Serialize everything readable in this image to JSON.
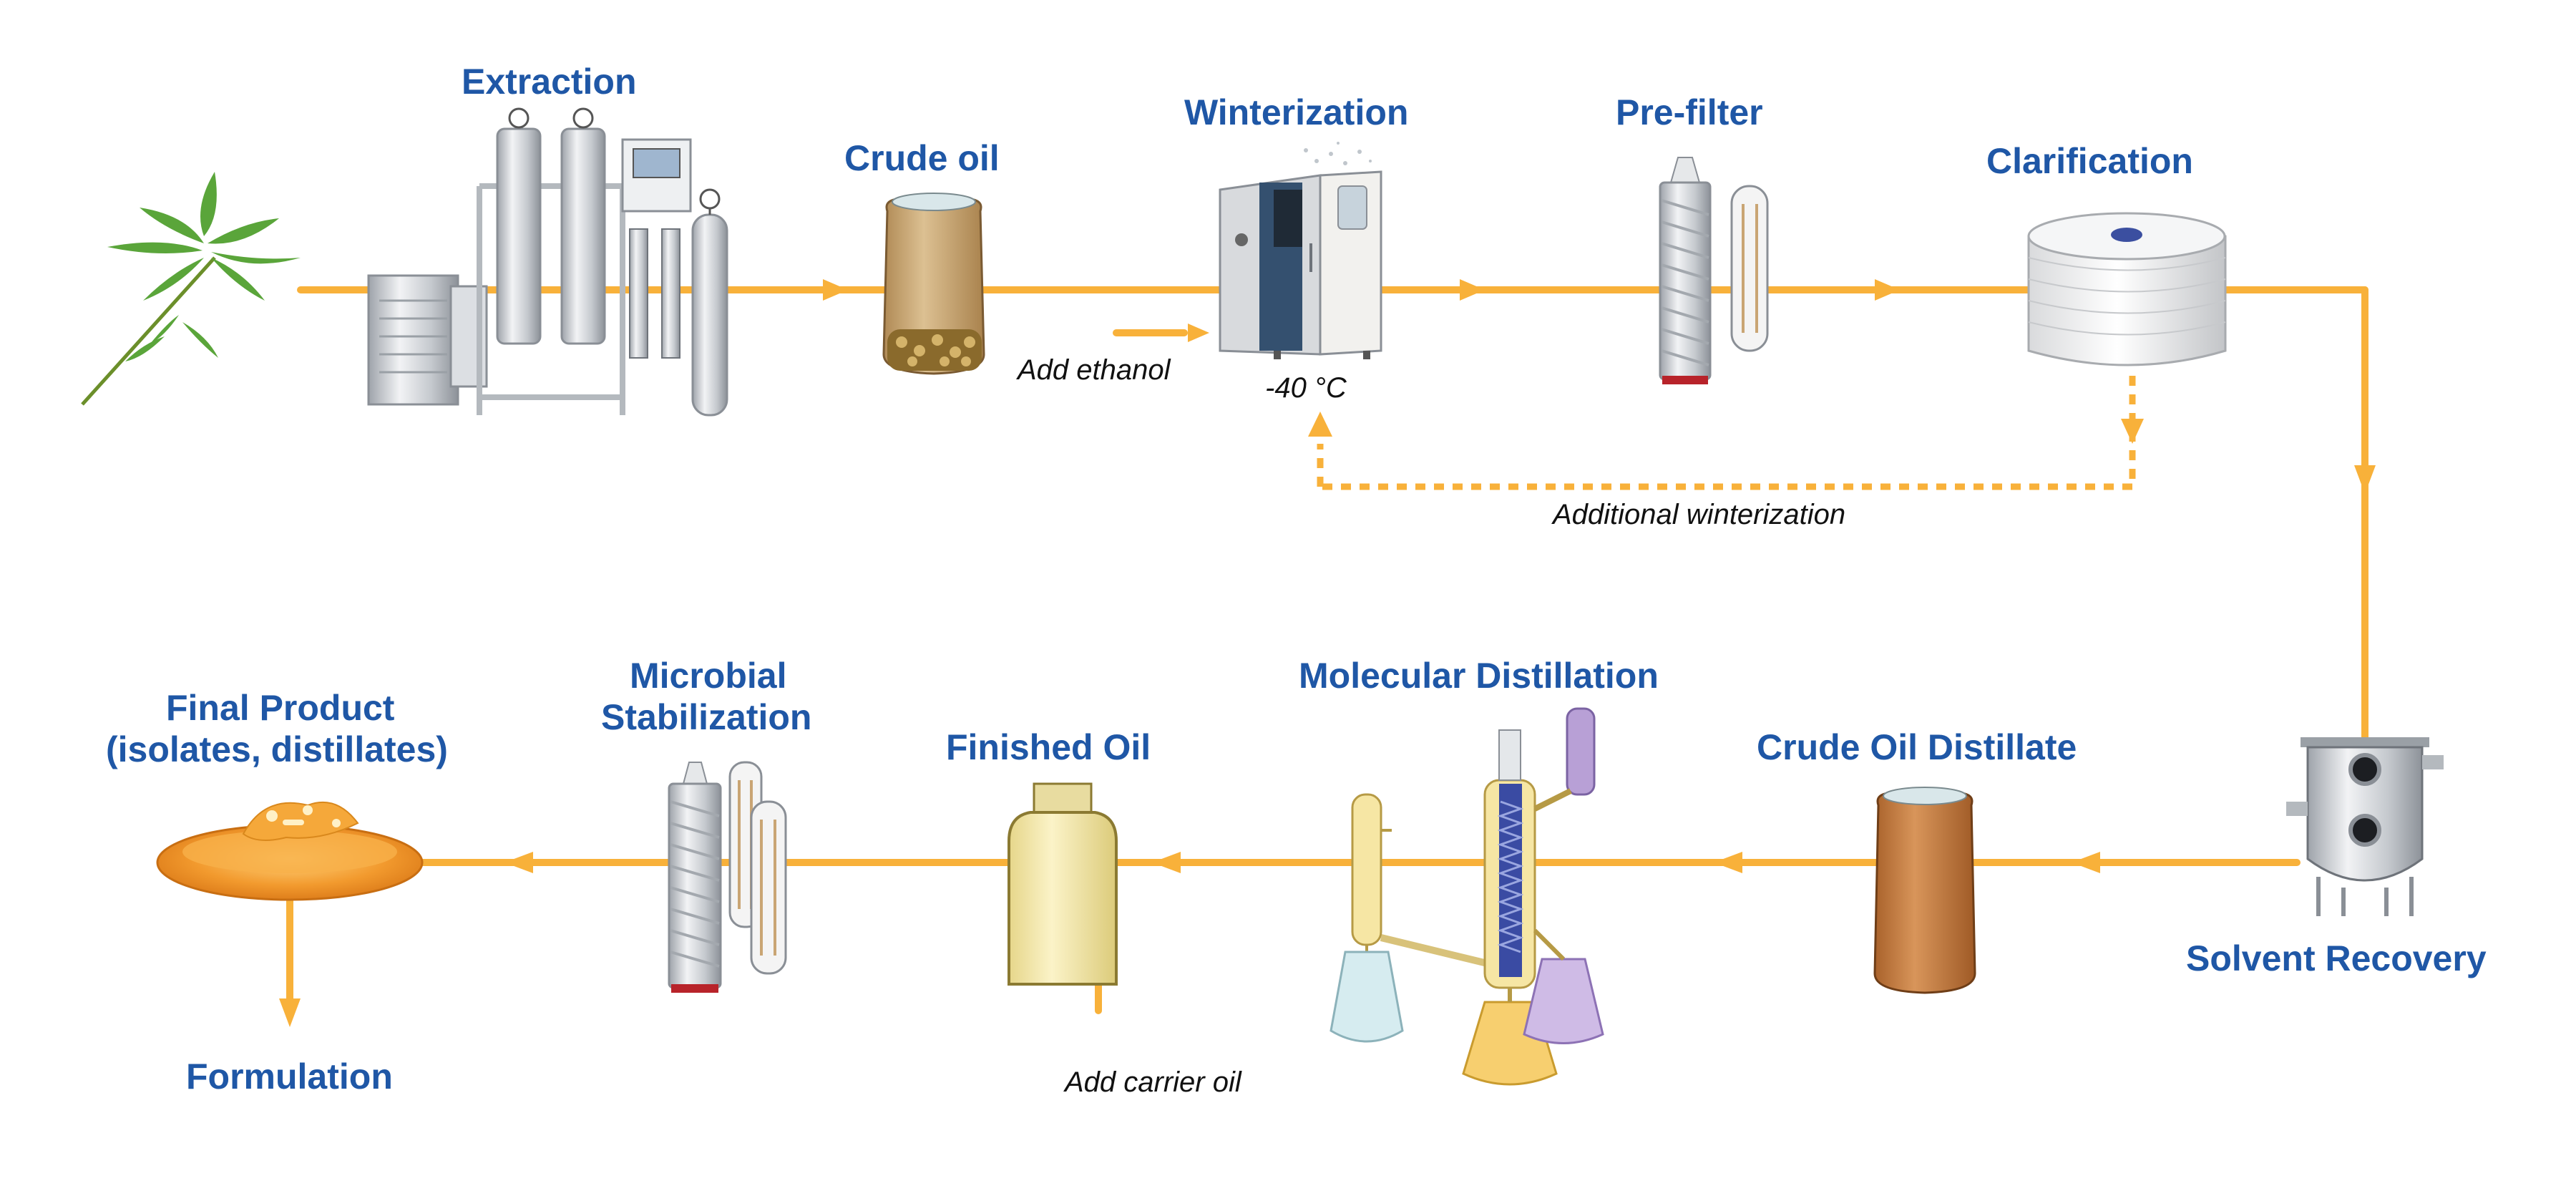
{
  "stages": {
    "extraction": "Extraction",
    "crude_oil": "Crude oil",
    "winterization": "Winterization",
    "prefilter": "Pre-filter",
    "clarification": "Clarification",
    "solvent_recovery": "Solvent Recovery",
    "crude_oil_distillate": "Crude Oil Distillate",
    "molecular_distillation": "Molecular Distillation",
    "finished_oil": "Finished Oil",
    "microbial_line1": "Microbial",
    "microbial_line2": "Stabilization",
    "final_line1": "Final Product",
    "final_line2": "(isolates, distillates)",
    "formulation": "Formulation"
  },
  "notes": {
    "add_ethanol": "Add ethanol",
    "temperature": "-40 °C",
    "additional_winterization": "Additional winterization",
    "add_carrier_oil": "Add carrier oil"
  },
  "colors": {
    "flow": "#f8b13a",
    "label": "#1f57a6",
    "note": "#111111",
    "steel": "#c8cbd0",
    "crude": "#c9a574",
    "distillate": "#c4773a",
    "finished": "#f3e7a3",
    "product": "#f0a23d"
  },
  "icons": [
    "cannabis-leaf-icon",
    "extraction-unit-icon",
    "crude-oil-jar-icon",
    "freezer-icon",
    "pre-filter-cartridge-icon",
    "clarification-filter-icon",
    "solvent-recovery-vessel-icon",
    "distillate-jar-icon",
    "distillation-apparatus-icon",
    "finished-oil-bottle-icon",
    "microbial-filter-icon",
    "final-product-icon"
  ]
}
